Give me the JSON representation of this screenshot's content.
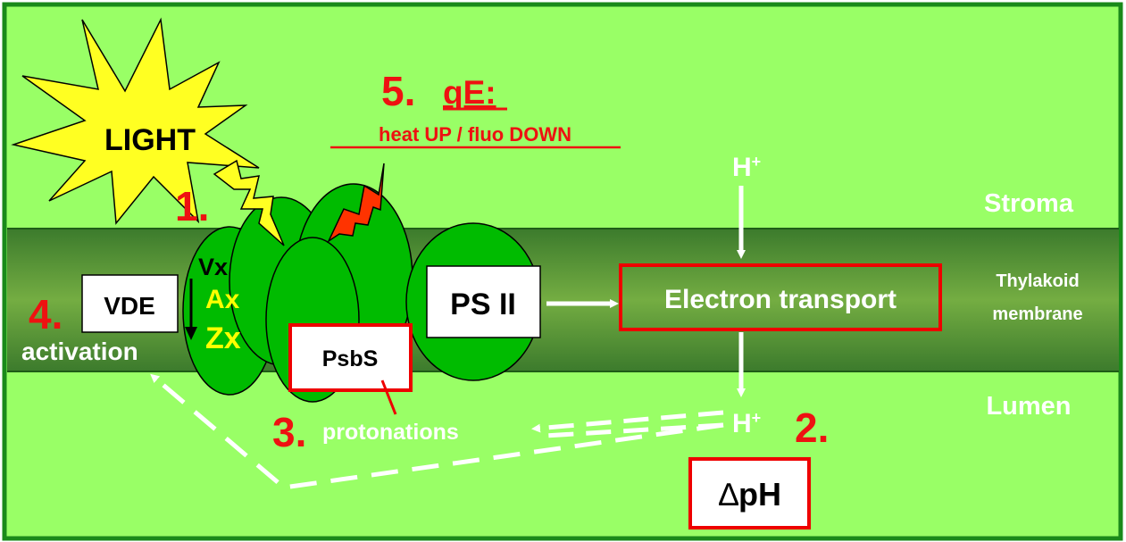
{
  "colors": {
    "background": "#99ff66",
    "frame": "#1a8a1a",
    "membrane_top": "#3f7f2f",
    "membrane_mid": "#6fa83f",
    "complex": "#00bb00",
    "label_red": "#ee1111",
    "box_border": "#ee0000",
    "white": "#ffffff",
    "light_burst": "#ffff22",
    "xanthophyll_yellow": "#ffff00",
    "bolt_red": "#ff3300",
    "bolt_yellow": "#ffff22"
  },
  "regions": {
    "stroma": "Stroma",
    "membrane_line1": "Thylakoid",
    "membrane_line2": "membrane",
    "lumen": "Lumen"
  },
  "light_label": "LIGHT",
  "steps": {
    "s1": "1.",
    "s2": "2.",
    "s3": "3.",
    "s4": "4.",
    "s5": "5."
  },
  "qe": {
    "title": "qE:",
    "subtitle": "heat UP / fluo DOWN"
  },
  "psii_label": "PS II",
  "electron_transport_label": "Electron transport",
  "proton_top": {
    "symbol": "H",
    "sign": "+"
  },
  "proton_bottom": {
    "symbol": "H",
    "sign": "+"
  },
  "delta_ph": {
    "delta": "∆",
    "rest": "pH"
  },
  "psbs_label": "PsbS",
  "protonations_label": "protonations",
  "vde_label": "VDE",
  "activation_label": "activation",
  "xanthophylls": {
    "vx": "Vx",
    "ax": "Ax",
    "zx": "Zx"
  }
}
